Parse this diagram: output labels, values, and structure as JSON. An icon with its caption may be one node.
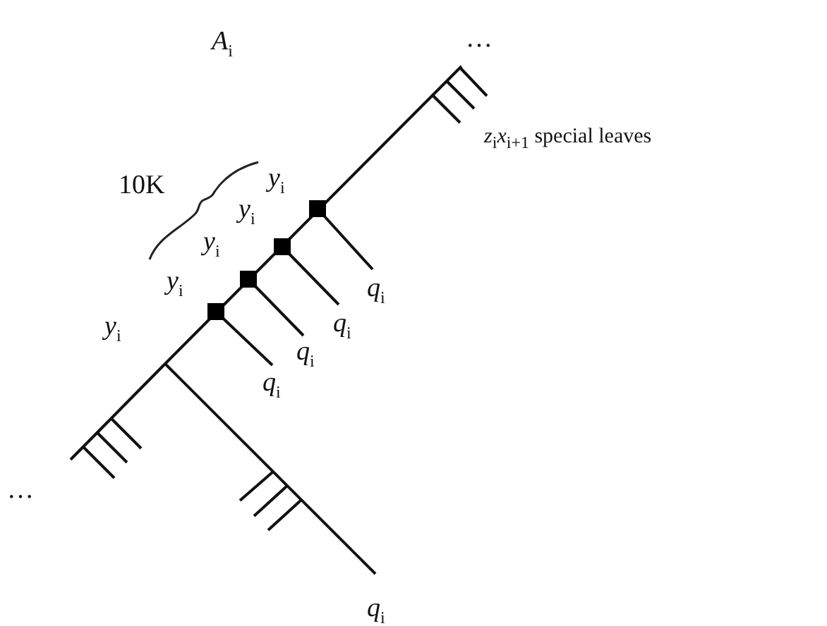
{
  "diagram": {
    "labels": [
      "*A*$_{i}$",
      "…",
      "*z*$_{i}$*x*$_{i+1}$ special leaves",
      "10K",
      "*y*$_{i}$",
      "*y*$_{i}$",
      "*y*$_{i}$",
      "*y*$_{i}$",
      "*q*$_{i}$",
      "*y*$_{i}$",
      "*q*$_{i}$",
      "*q*$_{i}$",
      "*q*$_{i}$",
      "…",
      "*q*$_{i}$"
    ]
  }
}
